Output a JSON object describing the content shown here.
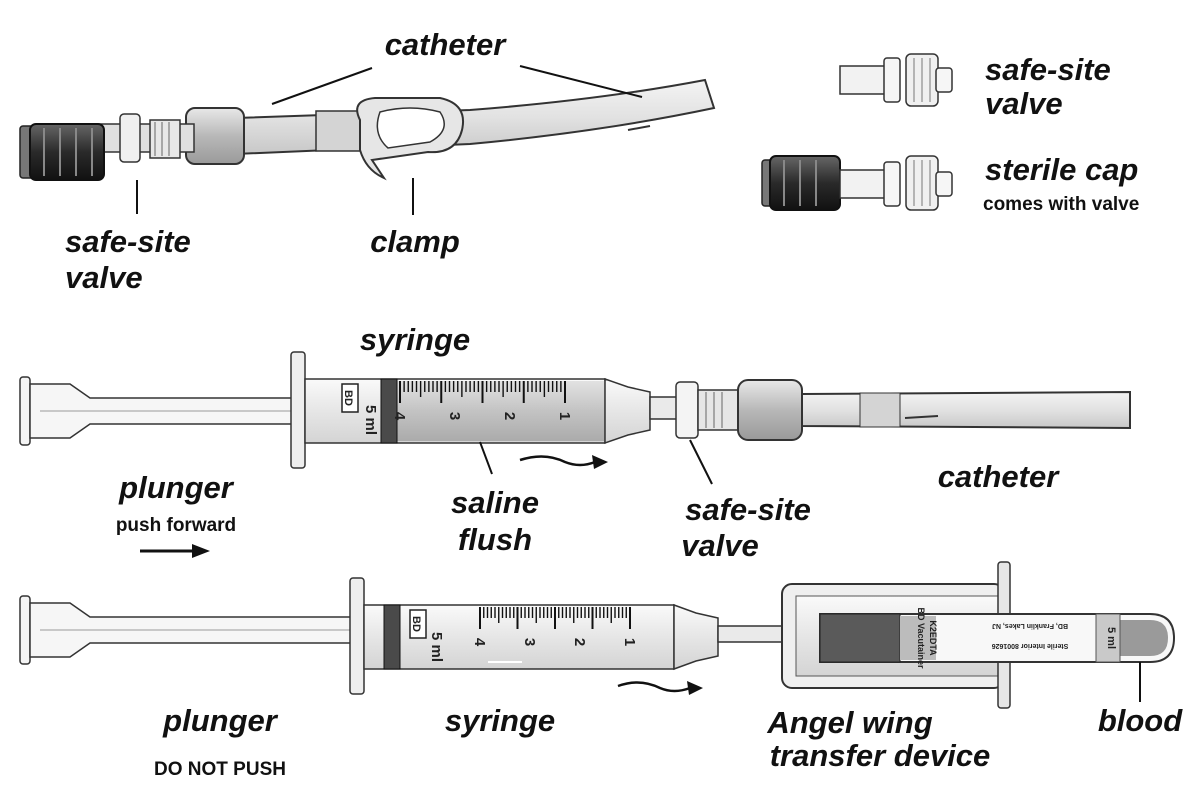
{
  "labels": {
    "top_catheter": "catheter",
    "top_valve_line1": "safe-site",
    "top_valve_line2": "valve",
    "top_clamp": "clamp",
    "legend_valve_line1": "safe-site",
    "legend_valve_line2": "valve",
    "legend_cap": "sterile cap",
    "legend_cap_note": "comes with valve",
    "mid_syringe": "syringe",
    "mid_plunger": "plunger",
    "mid_plunger_note": "push forward",
    "mid_saline_line1": "saline",
    "mid_saline_line2": "flush",
    "mid_valve_line1": "safe-site",
    "mid_valve_line2": "valve",
    "mid_catheter": "catheter",
    "bot_plunger": "plunger",
    "bot_plunger_note": "DO NOT PUSH",
    "bot_syringe": "syringe",
    "bot_angel_line1": "Angel wing",
    "bot_angel_line2": "transfer device",
    "bot_blood": "blood"
  },
  "syringe_markings": {
    "brand": "BD",
    "volume": "5 ml",
    "graduations": [
      "4",
      "3",
      "2",
      "1"
    ]
  },
  "tube_markings": {
    "brand": "BD Vacutainer",
    "additive": "K2EDTA",
    "volume": "5 ml",
    "sterile": "Sterile Interior 8001626",
    "maker": "BD, Franklin Lakes, NJ"
  }
}
